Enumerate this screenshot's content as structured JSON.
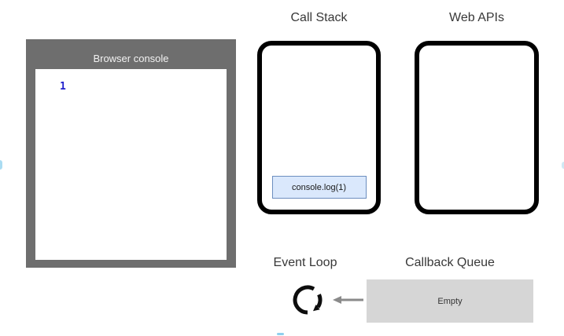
{
  "browser_console": {
    "title": "Browser console",
    "output": "1"
  },
  "call_stack": {
    "title": "Call Stack",
    "frames": [
      {
        "label": "console.log(1)"
      }
    ]
  },
  "web_apis": {
    "title": "Web APIs",
    "items": []
  },
  "event_loop": {
    "title": "Event Loop"
  },
  "callback_queue": {
    "title": "Callback Queue",
    "status": "Empty"
  },
  "colors": {
    "console_frame": "#6e6e6e",
    "log_text": "#2020cc",
    "stack_frame_bg": "#dae8fc",
    "stack_frame_border": "#6c8ebf",
    "queue_bg": "#d6d6d6",
    "arrow_gray": "#8a8a8a",
    "box_border": "#000000"
  }
}
